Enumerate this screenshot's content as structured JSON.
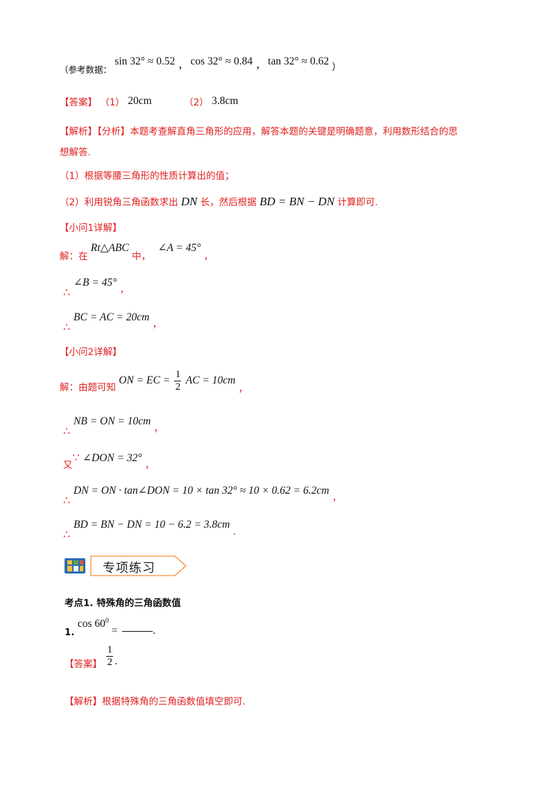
{
  "reference": {
    "prefix": "（参考数据：",
    "sin": "sin 32° ≈ 0.52",
    "cos": "cos 32° ≈ 0.84",
    "tan": "tan 32° ≈ 0.62",
    "sep": "，",
    "suffix": "）"
  },
  "answer1": {
    "tag": "【答案】",
    "p1_label": "（1）",
    "p1_value": "20cm",
    "p2_label": "（2）",
    "p2_value": "3.8cm"
  },
  "analysis": {
    "tag": "【解析】【分析】",
    "text1": "本题考查解直角三角形的应用，解答本题的关键是明确题意，利用数形结合的思",
    "text2": "想解答.",
    "step1": "（1）根据等腰三角形的性质计算出的值；",
    "step2_a": "（2）利用锐角三角函数求出",
    "step2_dn": "DN",
    "step2_b": "长，然后根据",
    "step2_eq": "BD = BN − DN",
    "step2_c": "计算即可."
  },
  "q1": {
    "title": "【小问1详解】",
    "sol_prefix": "解：在",
    "rt": "Rt△ABC",
    "mid": "中，",
    "angle_a": "∠A = 45°",
    "comma": "，",
    "line2": "∠B = 45°",
    "line3": "BC = AC = 20cm",
    "therefore": "∴"
  },
  "q2": {
    "title": "【小问2详解】",
    "sol_prefix": "解：由题可知",
    "eq1_a": "ON = EC =",
    "frac_num": "1",
    "frac_den": "2",
    "eq1_b": "AC = 10cm",
    "line2": "NB = ON = 10cm",
    "also": "又",
    "because": "∵",
    "line3": "∠DON = 32°",
    "line4": "DN = ON · tan∠DON = 10 × tan 32° ≈ 10 × 0.62 = 6.2cm",
    "line5": "BD = BN − DN = 10 − 6.2 = 3.8cm",
    "period": ".",
    "comma": "，",
    "therefore": "∴"
  },
  "banner": {
    "label": "专项练习"
  },
  "section": {
    "title": "考点1.  特殊角的三角函数值"
  },
  "ex1": {
    "number": "1.",
    "expr": "cos 60",
    "sup": "0",
    "eq": " = ",
    "end": ".",
    "answer_tag": "【答案】",
    "ans_num": "1",
    "ans_den": "2",
    "ans_end": ".",
    "analysis_tag": "【解析】",
    "analysis_text": "根据特殊角的三角函数值填空即可."
  },
  "colors": {
    "red": "#e02020",
    "banner_border": "#f5a25b",
    "icon_blue": "#2e6bb5",
    "icon_yellow": "#f2c230",
    "icon_green": "#5aa845"
  }
}
